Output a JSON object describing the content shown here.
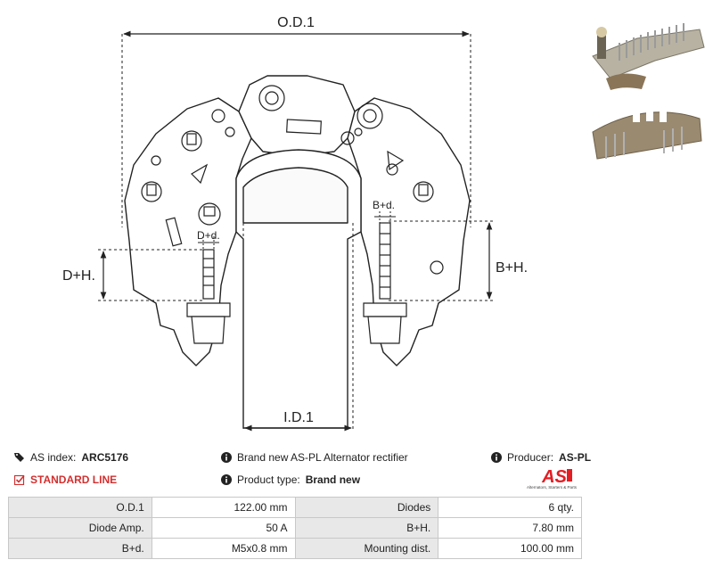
{
  "drawing": {
    "od_label": "O.D.1",
    "id_label": "I.D.1",
    "dh_label": "D+H.",
    "bh_label": "B+H.",
    "dd_label": "D+d.",
    "bd_label": "B+d."
  },
  "info": {
    "index_prefix": "AS index:",
    "index_value": "ARC5176",
    "standard_line": "STANDARD LINE",
    "description": "Brand new AS-PL Alternator rectifier",
    "type_prefix": "Product type:",
    "type_value": "Brand new",
    "producer_prefix": "Producer:",
    "producer_value": "AS-PL"
  },
  "logo": {
    "text": "AS",
    "caption": "Alternators, Starters & Parts",
    "accent": "#e31e24"
  },
  "specs": {
    "rows": [
      {
        "label_a": "O.D.1",
        "value_a": "122.00 mm",
        "label_b": "Diodes",
        "value_b": "6 qty."
      },
      {
        "label_a": "Diode Amp.",
        "value_a": "50 A",
        "label_b": "B+H.",
        "value_b": "7.80 mm"
      },
      {
        "label_a": "B+d.",
        "value_a": "M5x0.8 mm",
        "label_b": "Mounting dist.",
        "value_b": "100.00 mm"
      }
    ]
  }
}
